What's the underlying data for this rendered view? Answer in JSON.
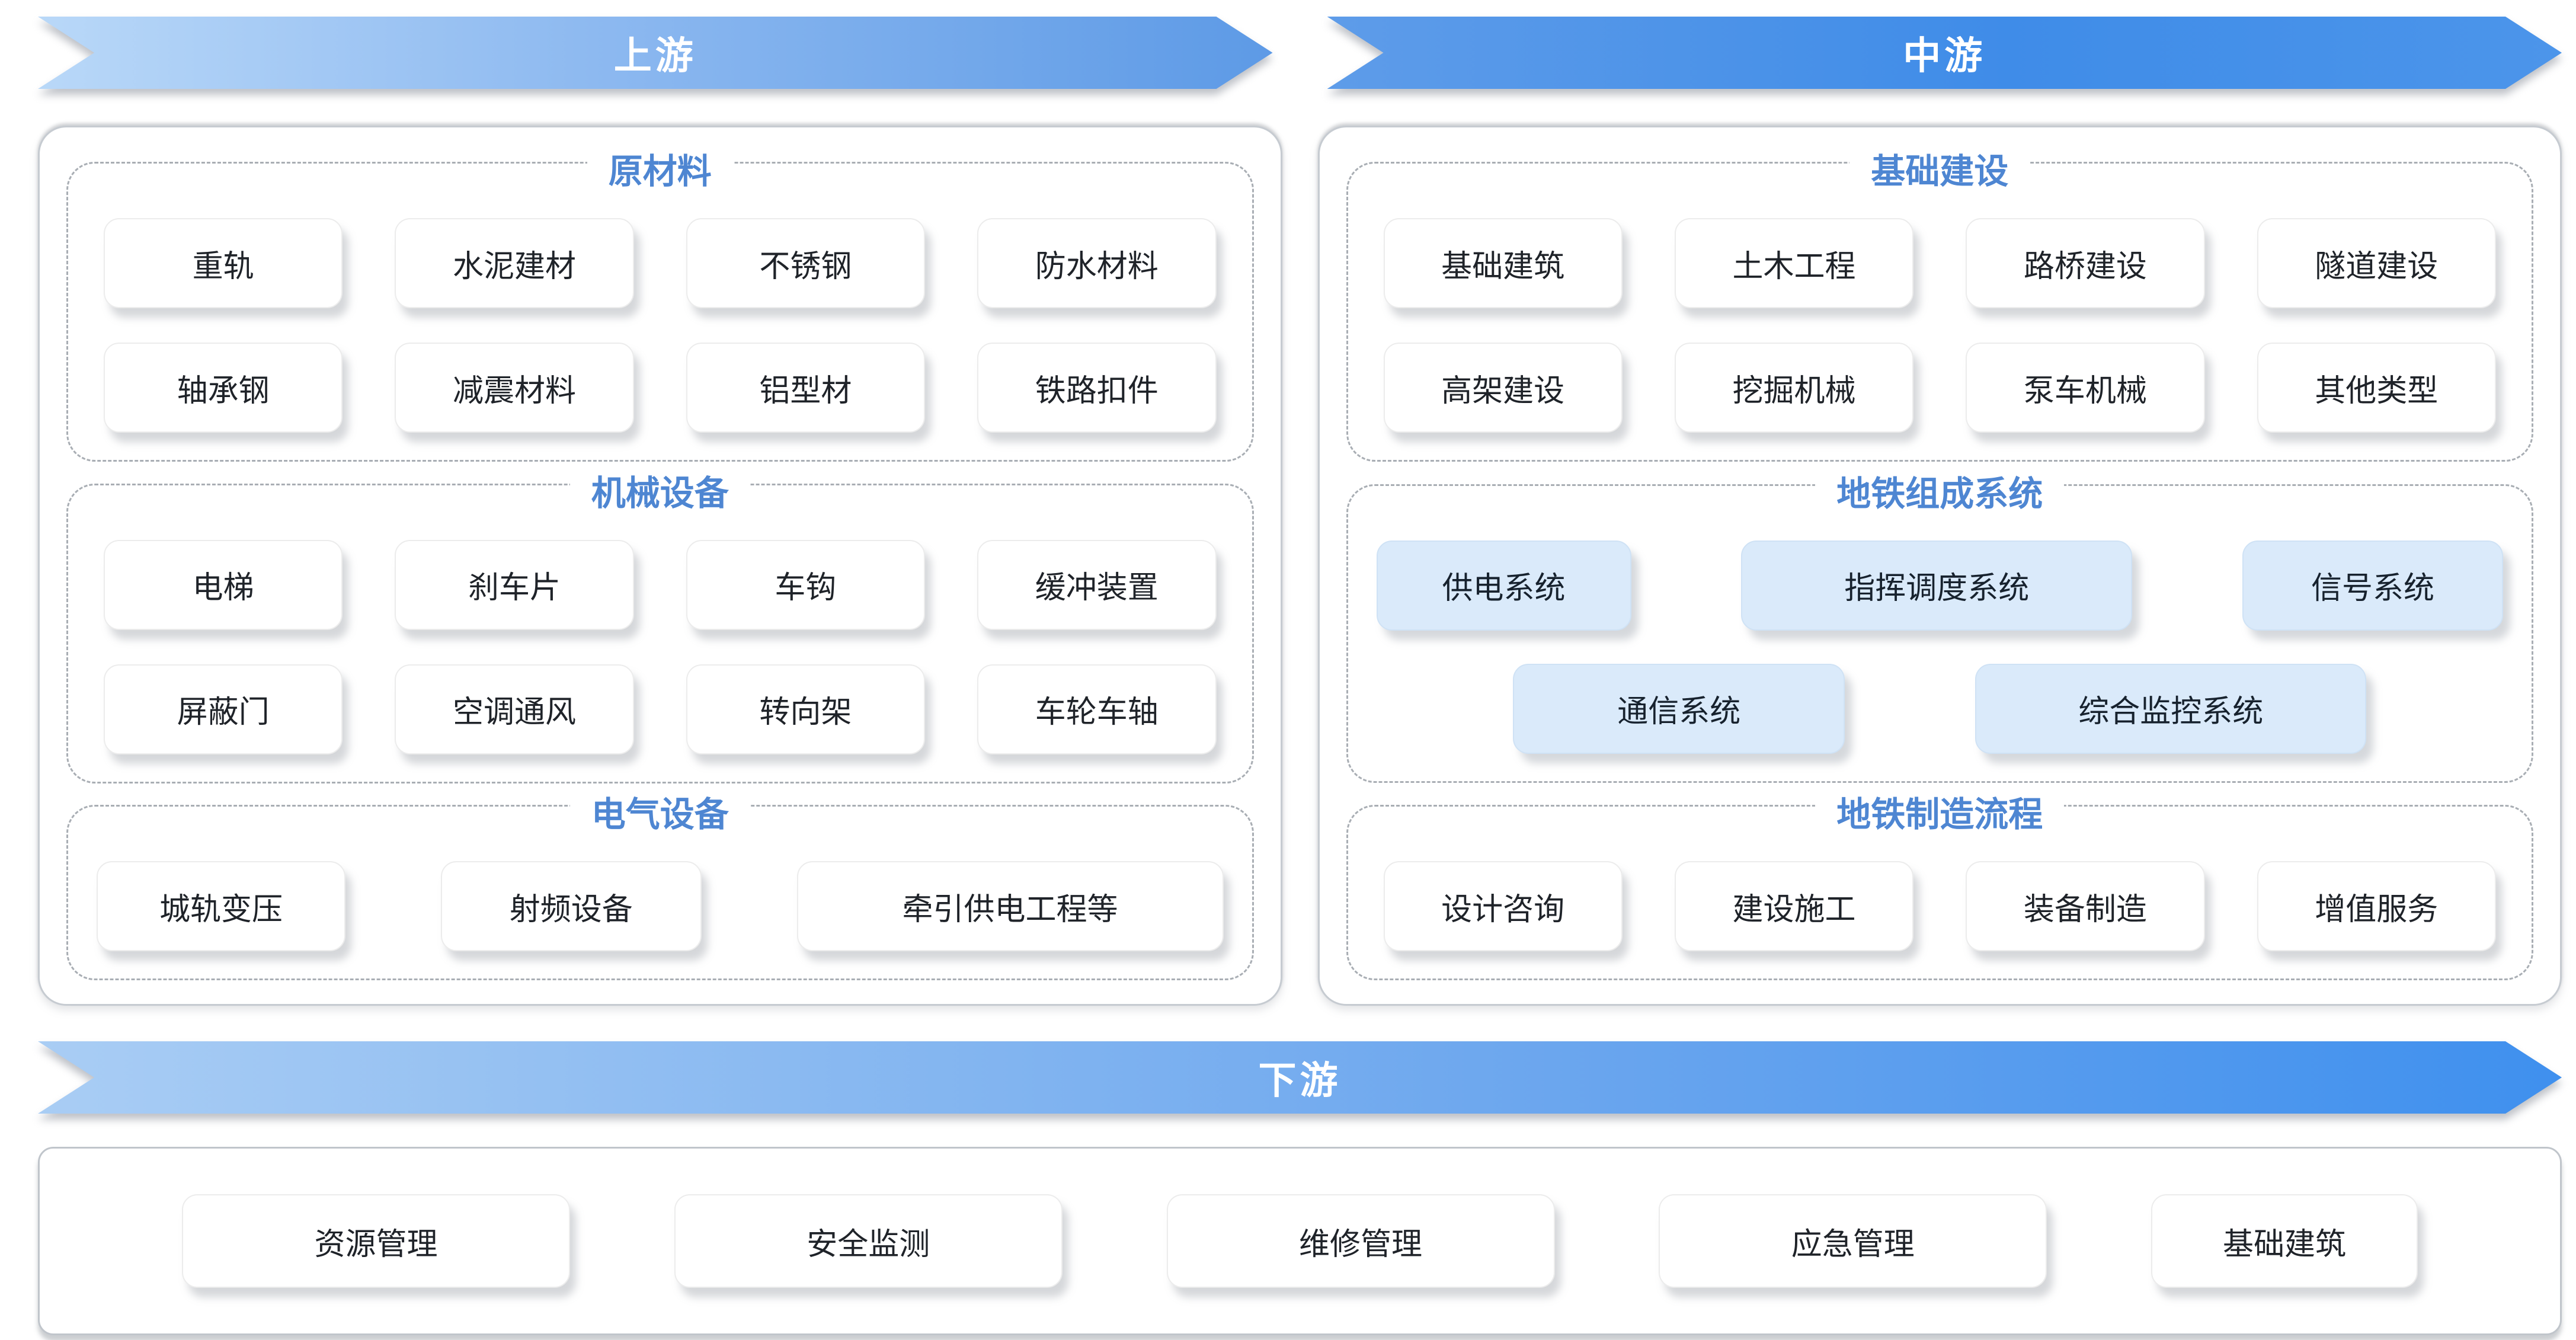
{
  "banners": {
    "upstream": "上游",
    "midstream": "中游",
    "downstream": "下游"
  },
  "colors": {
    "banner_blue_light": "#b9d8f8",
    "banner_blue_dark": "#3f8ce8",
    "section_title_blue": "#4e86d2",
    "chip_blue_bg": "#daeafa",
    "chip_white_bg": "#ffffff",
    "panel_border": "#c6cbd1"
  },
  "upstream_panel": {
    "sections": [
      {
        "title": "原材料",
        "chips": [
          "重轨",
          "水泥建材",
          "不锈钢",
          "防水材料",
          "轴承钢",
          "减震材料",
          "铝型材",
          "铁路扣件"
        ]
      },
      {
        "title": "机械设备",
        "chips": [
          "电梯",
          "刹车片",
          "车钩",
          "缓冲装置",
          "屏蔽门",
          "空调通风",
          "转向架",
          "车轮车轴"
        ]
      },
      {
        "title": "电气设备",
        "chips": [
          "城轨变压",
          "射频设备",
          "牵引供电工程等"
        ]
      }
    ]
  },
  "midstream_panel": {
    "sections": [
      {
        "title": "基础建设",
        "chips": [
          "基础建筑",
          "土木工程",
          "路桥建设",
          "隧道建设",
          "高架建设",
          "挖掘机械",
          "泵车机械",
          "其他类型"
        ]
      },
      {
        "title": "地铁组成系统",
        "chips": [
          "供电系统",
          "指挥调度系统",
          "信号系统",
          "通信系统",
          "综合监控系统"
        ]
      },
      {
        "title": "地铁制造流程",
        "chips": [
          "设计咨询",
          "建设施工",
          "装备制造",
          "增值服务"
        ]
      }
    ]
  },
  "downstream_panel": {
    "chips": [
      "资源管理",
      "安全监测",
      "维修管理",
      "应急管理",
      "基础建筑"
    ]
  }
}
